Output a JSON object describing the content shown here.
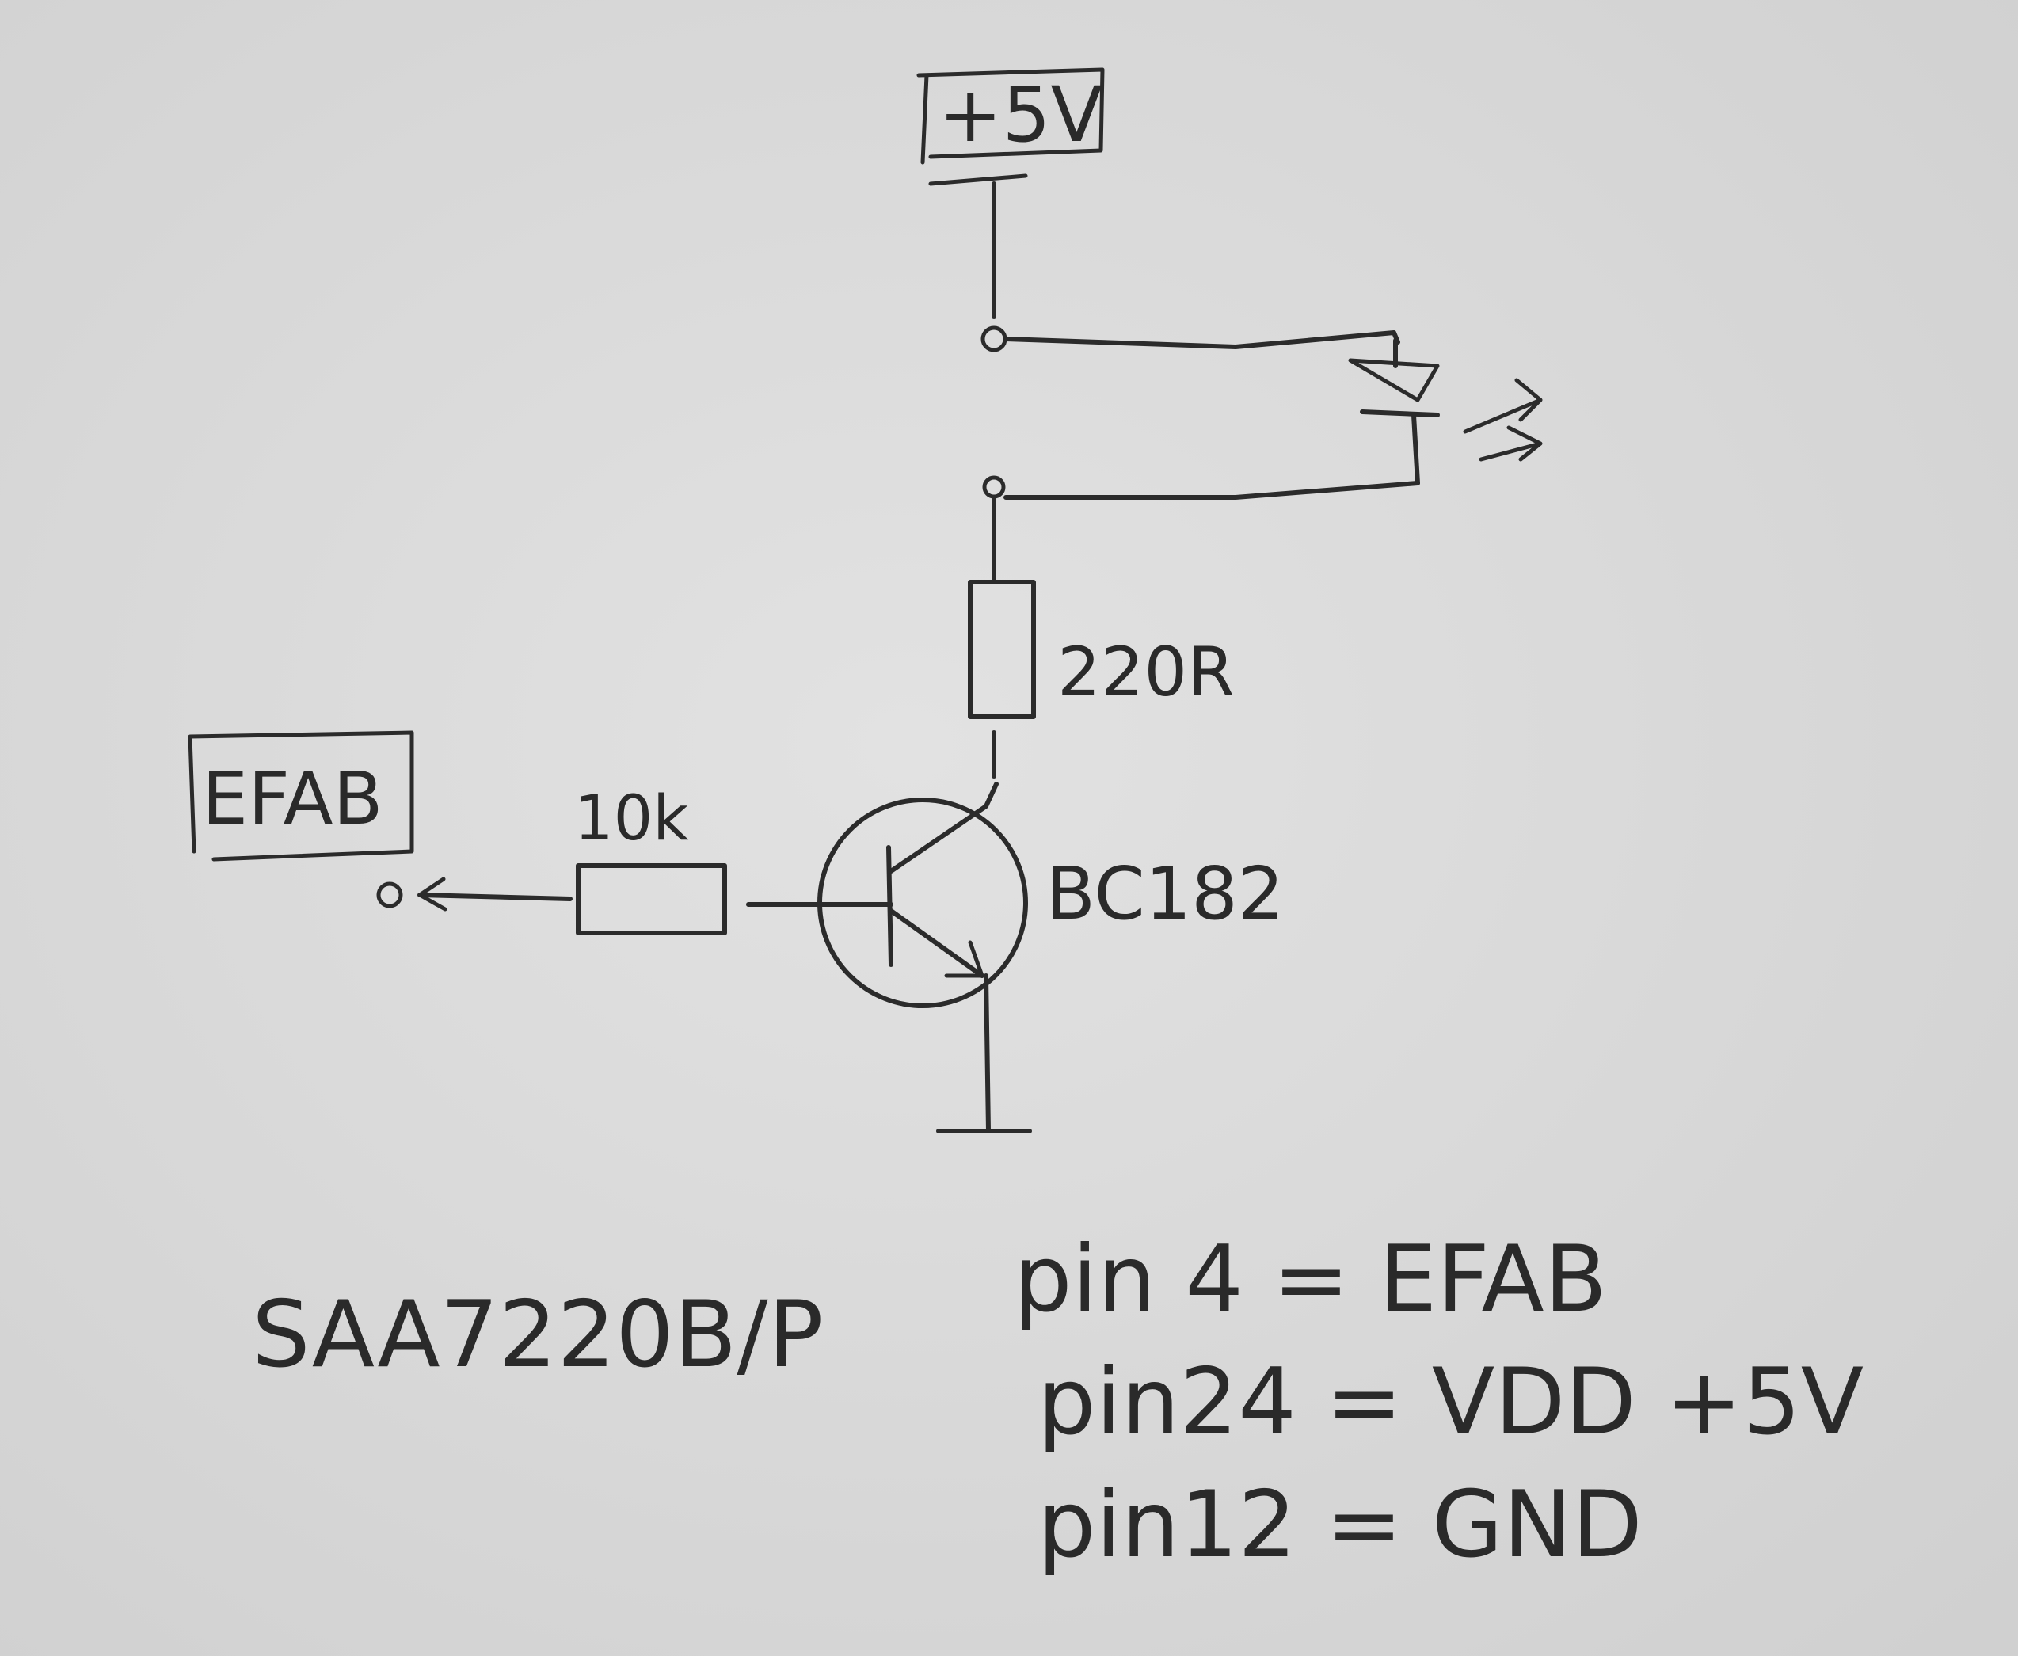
{
  "diagram": {
    "supply_label": "+5V",
    "input_label": "EFAB",
    "base_resistor_label": "10k",
    "collector_resistor_label": "220R",
    "transistor_label": "BC182",
    "chip_label": "SAA7220B/P",
    "pin_notes": [
      "pin 4 = EFAB",
      "pin24 = VDD +5V",
      "pin12 = GND"
    ]
  },
  "colors": {
    "paper": "#dcdcdc",
    "ink": "#2b2b2b"
  }
}
